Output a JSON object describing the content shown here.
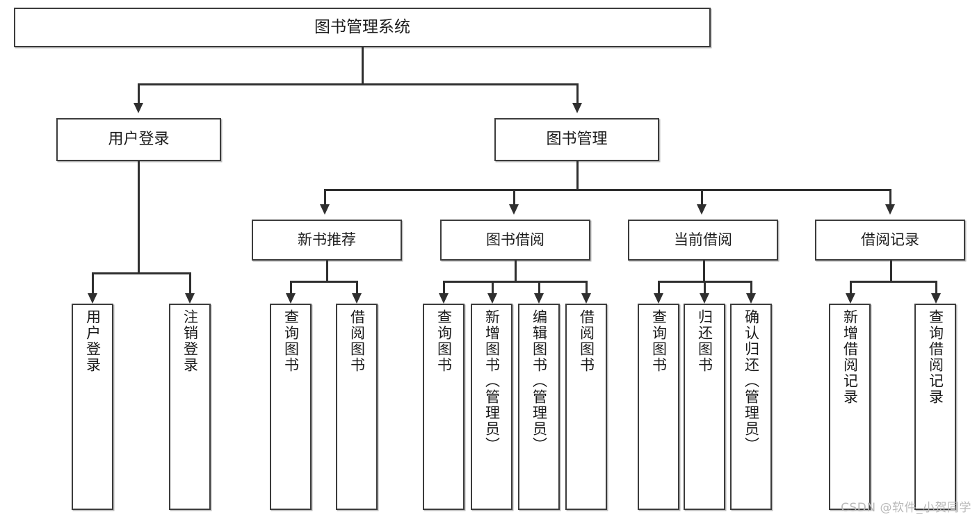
{
  "diagram": {
    "type": "tree",
    "title": "图书管理系统",
    "root": {
      "label": "图书管理系统"
    },
    "level2": [
      {
        "label": "用户登录"
      },
      {
        "label": "图书管理"
      }
    ],
    "level3": [
      {
        "label": "新书推荐"
      },
      {
        "label": "图书借阅"
      },
      {
        "label": "当前借阅"
      },
      {
        "label": "借阅记录"
      }
    ],
    "leaves": {
      "user_login": [
        {
          "label": "用户登录"
        },
        {
          "label": "注销登录"
        }
      ],
      "new_book_recommend": [
        {
          "label": "查询图书"
        },
        {
          "label": "借阅图书"
        }
      ],
      "book_borrow": [
        {
          "label": "查询图书"
        },
        {
          "label": "新增图书（管理员）"
        },
        {
          "label": "编辑图书（管理员）"
        },
        {
          "label": "借阅图书"
        }
      ],
      "current_borrow": [
        {
          "label": "查询图书"
        },
        {
          "label": "归还图书"
        },
        {
          "label": "确认归还（管理员）"
        }
      ],
      "borrow_record": [
        {
          "label": "新增借阅记录"
        },
        {
          "label": "查询借阅记录"
        }
      ]
    }
  },
  "watermark": {
    "text": "CSDN @软件_小贺同学"
  },
  "colors": {
    "box_border": "#3c3c3c",
    "line": "#2f2f2f",
    "text": "#1b1b1b",
    "background": "#ffffff",
    "watermark": "#b9b9b9"
  }
}
